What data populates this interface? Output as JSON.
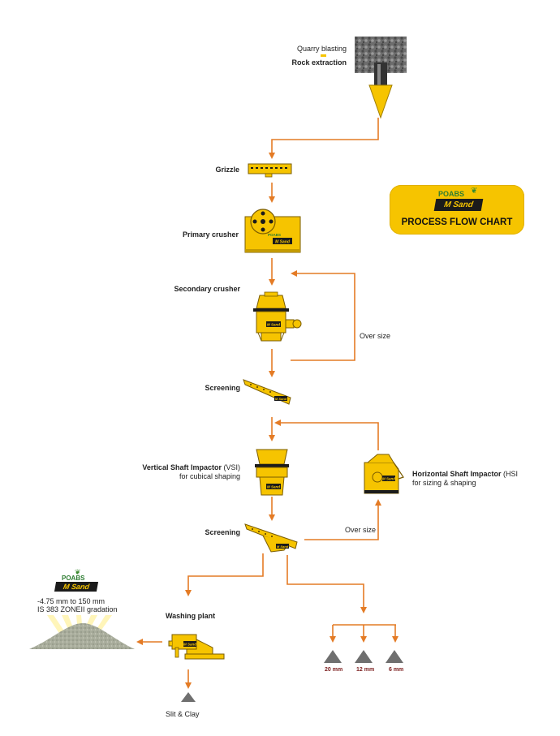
{
  "colors": {
    "arrow": "#e47b25",
    "machine": "#f6c400",
    "machine_dark": "#1b1b1b",
    "badge": "#f6c400",
    "size_text": "#7a1c1c"
  },
  "badge": {
    "brand_top": "POABS",
    "brand_main": "M Sand",
    "title": "PROCESS FLOW CHART"
  },
  "quarry": {
    "line1": "Quarry blasting",
    "line2": "Rock extraction"
  },
  "stages": {
    "grizzle": "Grizzle",
    "primary": "Primary crusher",
    "secondary": "Secondary crusher",
    "screening1": "Screening",
    "vsi_name": "Vertical Shaft Impactor",
    "vsi_abbr": "(VSI)",
    "vsi_sub": "for cubical shaping",
    "hsi_name": "Horizontal Shaft Impactor",
    "hsi_abbr": "(HSI",
    "hsi_sub": "for sizing & shaping",
    "screening2": "Screening",
    "washing": "Washing plant"
  },
  "loops": {
    "oversize1": "Over size",
    "oversize2": "Over size"
  },
  "product": {
    "brand_top": "POABS",
    "brand_main": "M Sand",
    "spec1": "-4.75 mm to 150 mm",
    "spec2": "IS 383 ZONEII gradation"
  },
  "outputs": {
    "silt": "Slit & Clay",
    "sizes": [
      "20 mm",
      "12 mm",
      "6 mm"
    ]
  }
}
